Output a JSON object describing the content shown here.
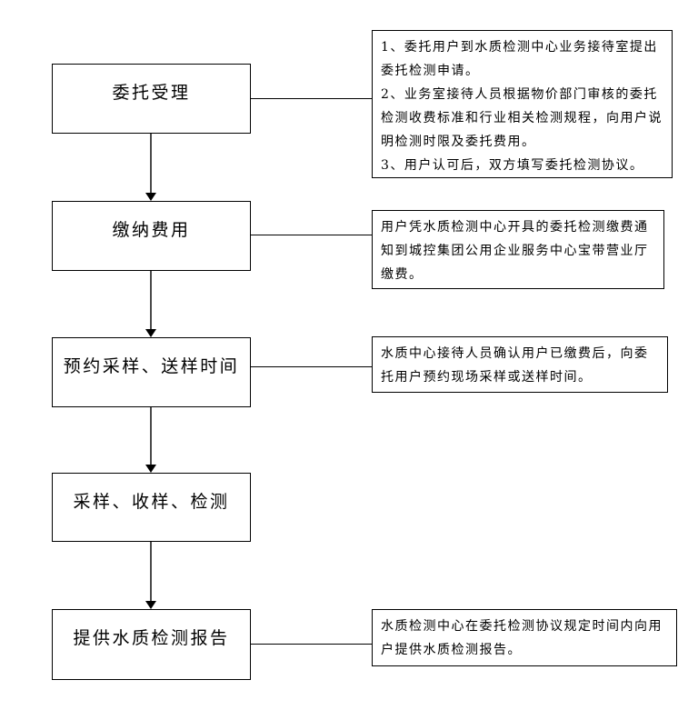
{
  "flowchart": {
    "steps": [
      {
        "label": "委托受理",
        "note": [
          "1、委托用户到水质检测中心业务接待室提出委托检测申请。",
          "2、业务室接待人员根据物价部门审核的委托检测收费标准和行业相关检测规程，向用户说明检测时限及委托费用。",
          "3、用户认可后，双方填写委托检测协议。"
        ]
      },
      {
        "label": "缴纳费用",
        "note": [
          "用户凭水质检测中心开具的委托检测缴费通知到城控集团公用企业服务中心宝带营业厅缴费。"
        ]
      },
      {
        "label": "预约采样、送样时间",
        "note": [
          "水质中心接待人员确认用户已缴费后，向委托用户预约现场采样或送样时间。"
        ]
      },
      {
        "label": "采样、收样、检测",
        "note": []
      },
      {
        "label": "提供水质检测报告",
        "note": [
          "水质检测中心在委托检测协议规定时间内向用户提供水质检测报告。"
        ]
      }
    ],
    "colors": {
      "background": "#ffffff",
      "box_border": "#000000",
      "text": "#000000",
      "connector_line": "#000000",
      "arrow_line": "#4a4a4a",
      "arrowhead": "#000000"
    }
  }
}
